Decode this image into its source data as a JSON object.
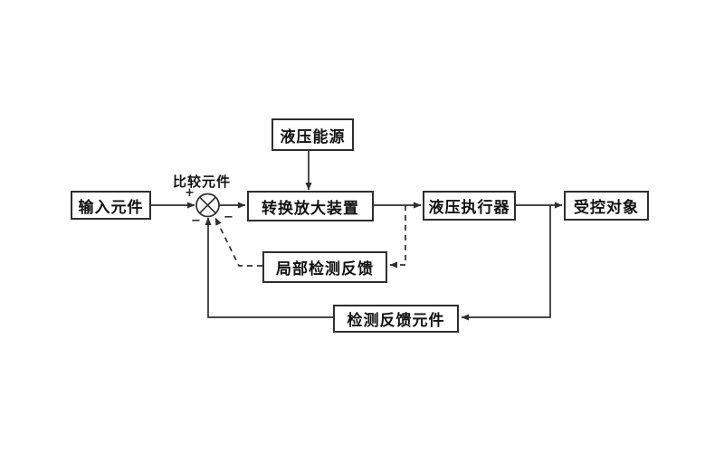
{
  "diagram": {
    "nodes": {
      "input": "输入元件",
      "power": "液压能源",
      "amplifier": "转换放大装置",
      "actuator": "液压执行器",
      "controlled": "受控对象",
      "local_feedback": "局部检测反馈",
      "feedback": "检测反馈元件"
    },
    "comparator": {
      "label": "比较元件",
      "plus": "+",
      "minus_left": "−",
      "minus_right": "−"
    },
    "colors": {
      "line": "#2e2e2e",
      "text": "#111111",
      "background": "#ffffff"
    }
  }
}
